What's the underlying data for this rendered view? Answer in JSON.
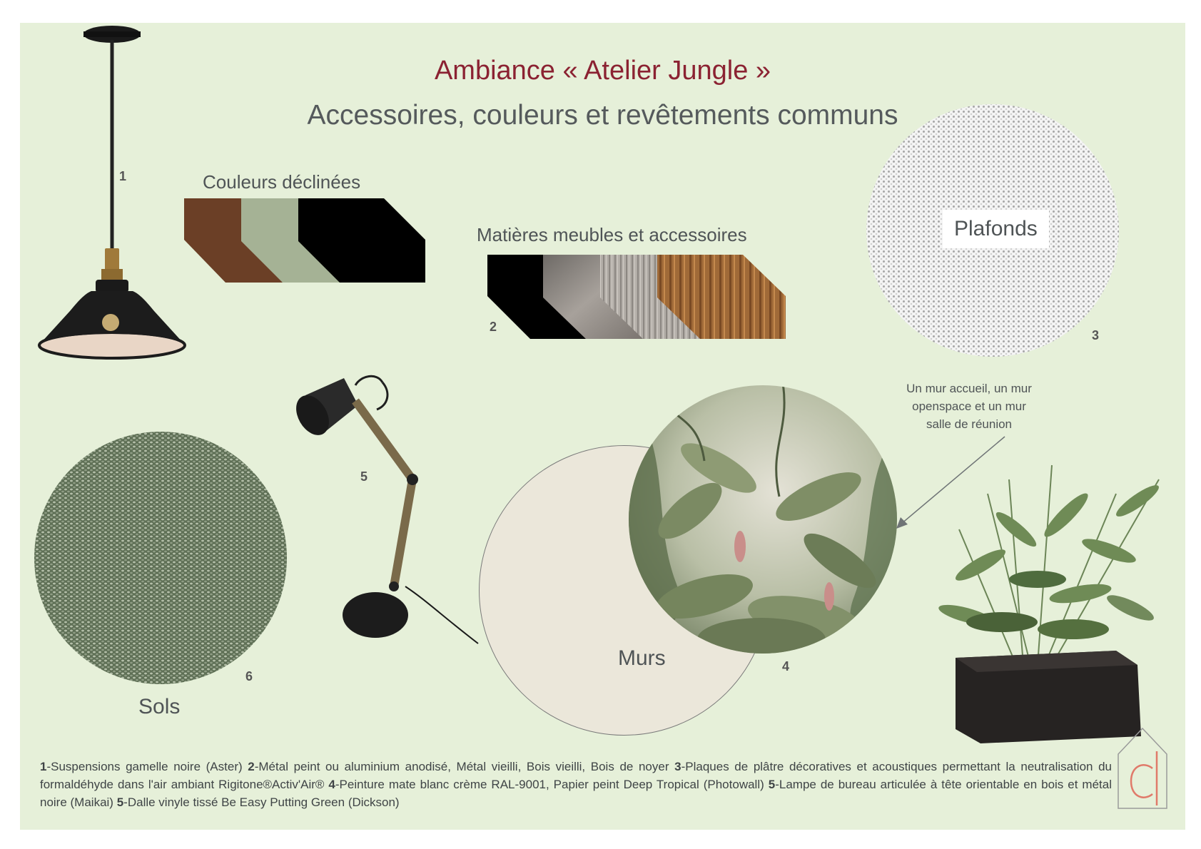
{
  "header": {
    "title": "Ambiance « Atelier Jungle »",
    "subtitle": "Accessoires, couleurs et revêtements communs"
  },
  "sections": {
    "colors_label": "Couleurs déclinées",
    "materials_label": "Matières meubles et accessoires",
    "ceiling_label": "Plafonds",
    "walls_label": "Murs",
    "floors_label": "Sols"
  },
  "annotation": {
    "line1": "Un mur accueil, un mur",
    "line2": "openspace et un mur",
    "line3": "salle de réunion"
  },
  "numbers": {
    "n1": "1",
    "n2": "2",
    "n3": "3",
    "n4": "4",
    "n5": "5",
    "n6": "6"
  },
  "swatches": {
    "colors": [
      "#6b3f26",
      "#a5b295",
      "#000000"
    ],
    "materials": [
      "#000000",
      "#8a8580",
      "#b0aba5",
      "#9a6534"
    ]
  },
  "caption": {
    "p1_num": "1",
    "p1": "-Suspensions gamelle noire (Aster) ",
    "p2_num": "2",
    "p2": "-Métal peint ou aluminium anodisé, Métal vieilli, Bois vieilli, Bois de noyer ",
    "p3_num": "3",
    "p3": "-Plaques de plâtre décoratives et acoustiques permettant la neutralisation du formaldéhyde dans l'air ambiant Rigitone®Activ'Air® ",
    "p4_num": "4",
    "p4": "-Peinture mate blanc crème RAL-9001, Papier peint Deep Tropical (Photowall) ",
    "p5_num": "5",
    "p5": "-Lampe de bureau articulée à tête orientable en bois et métal noire (Maikai)  ",
    "p6_num": "5",
    "p6": "-Dalle vinyle tissé Be Easy Putting Green (Dickson)"
  }
}
